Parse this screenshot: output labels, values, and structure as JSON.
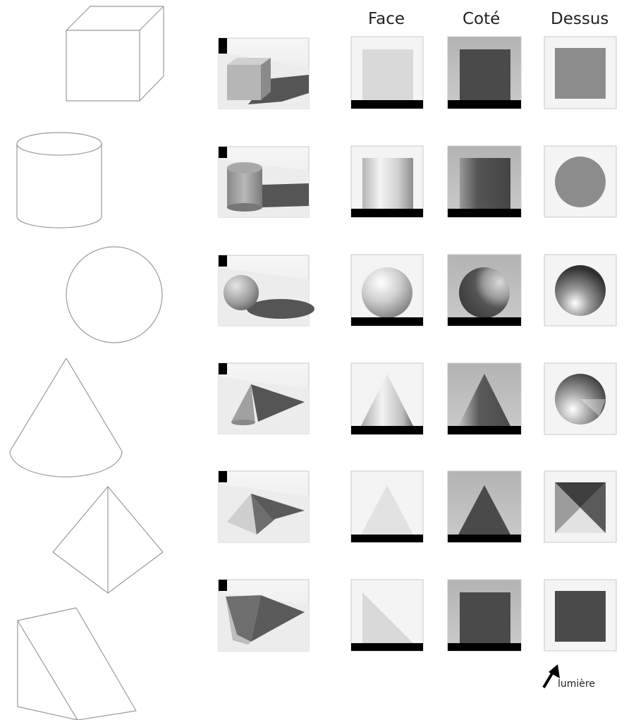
{
  "columns": {
    "face": "Face",
    "cote": "Coté",
    "dessus": "Dessus"
  },
  "light": {
    "label": "lumière"
  },
  "rows": [
    {
      "shape": "cube",
      "face_icon": "square",
      "cote_icon": "square",
      "dessus_icon": "square"
    },
    {
      "shape": "cylinder",
      "face_icon": "rectangle-shaded",
      "cote_icon": "rectangle-shaded",
      "dessus_icon": "disc"
    },
    {
      "shape": "sphere",
      "face_icon": "disc-shaded",
      "cote_icon": "disc-shaded",
      "dessus_icon": "disc-shaded"
    },
    {
      "shape": "cone",
      "face_icon": "triangle-shaded",
      "cote_icon": "triangle-shaded",
      "dessus_icon": "disc-conic"
    },
    {
      "shape": "pyramid",
      "face_icon": "triangle",
      "cote_icon": "triangle",
      "dessus_icon": "square-quartered"
    },
    {
      "shape": "wedge",
      "face_icon": "right-triangle",
      "cote_icon": "square",
      "dessus_icon": "square"
    }
  ],
  "colors": {
    "outline": "#9a9a9a",
    "frame_border": "#c8c8c8",
    "ground": "#000000",
    "dark_face": "#4a4a4a",
    "mid_face": "#8c8c8c",
    "light_face": "#d9d9d9",
    "background_light": "#f4f4f4",
    "background_mid": "#bdbdbd"
  }
}
